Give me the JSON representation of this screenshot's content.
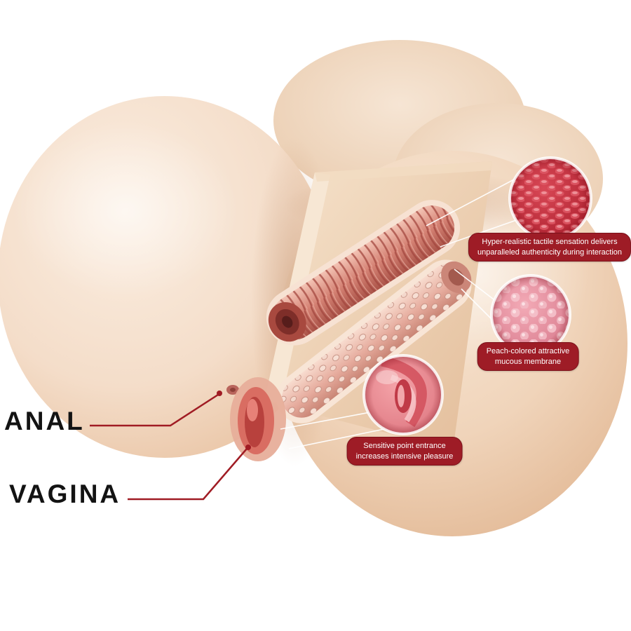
{
  "labels": {
    "anal": "ANAL",
    "vagina": "VAGINA"
  },
  "callouts": [
    {
      "id": "tactile-sensation",
      "line1": "Hyper-realistic tactile sensation delivers",
      "line2": "unparalleled authenticity during interaction"
    },
    {
      "id": "mucous-membrane",
      "line1": "Peach-colored attractive",
      "line2": "mucous membrane"
    },
    {
      "id": "sensitive-entrance",
      "line1": "Sensitive point entrance",
      "line2": "increases intensive pleasure"
    }
  ],
  "insets": [
    {
      "name": "ribbed-texture-detail"
    },
    {
      "name": "membrane-bumps-detail"
    },
    {
      "name": "entrance-folds-detail"
    }
  ],
  "colors": {
    "pill_background": "#9e1c26",
    "pill_text": "#ffffff",
    "pointer_line_red": "#a01c24",
    "connector_line_white": "#ffffff",
    "label_text": "#131313",
    "skin_tone": "#f3dbc8",
    "cutaway_tan": "#ecd0b4",
    "texture_red": "#b52836"
  }
}
